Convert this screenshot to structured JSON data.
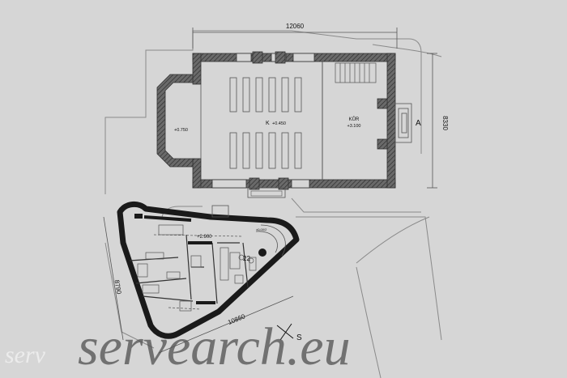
{
  "plan": {
    "dims": {
      "top_width": "12060",
      "right_height": "8330",
      "left_height": "8790",
      "bottom_width": "10860"
    },
    "rooms": {
      "nave_label": "K",
      "nave_level": "+0.450",
      "choir_label": "KŮR",
      "choir_level": "+3.100",
      "apse_level": "+0.750",
      "lower_level": "+2.900",
      "room_number": "22",
      "stair_note": "±0,00/2"
    },
    "markers": {
      "north_arrow_label": "S",
      "section_arrow_label": "A"
    },
    "colors": {
      "background": "#d6d6d6",
      "wall_fill": "#5a5a5a",
      "line": "#555555"
    }
  },
  "watermark": {
    "main": "servearch.eu",
    "ghost": "serv"
  }
}
